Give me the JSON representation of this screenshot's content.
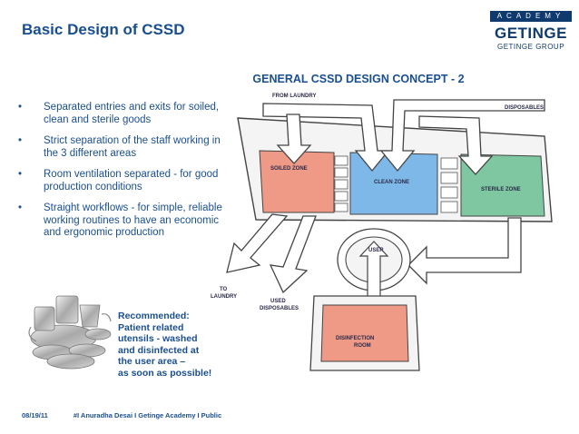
{
  "header": {
    "title": "Basic Design of CSSD",
    "logo_academy": "ACADEMY",
    "logo_brand": "GETINGE",
    "logo_group": "GETINGE GROUP"
  },
  "subtitle": "GENERAL CSSD DESIGN CONCEPT - 2",
  "bullets": [
    "Separated entries and exits for soiled, clean and sterile goods",
    "Strict separation of the staff working in the 3 different areas",
    "Room ventilation separated - for good production conditions",
    "Straight workflows  - for simple, reliable working routines to have an economic and ergonomic production"
  ],
  "bullet_marker": "•",
  "recommendation": {
    "line1": "Recommended:",
    "line2": "Patient related",
    "line3": "utensils -  washed",
    "line4": "and disinfected at",
    "line5": "the user area –",
    "line6": "as soon as possible!"
  },
  "diagram": {
    "from_laundry": "FROM LAUNDRY",
    "disposables": "DISPOSABLES",
    "soiled_zone": "SOILED ZONE",
    "clean_zone": "CLEAN ZONE",
    "sterile_zone": "STERILE ZONE",
    "user": "USER",
    "to_line1": "TO",
    "to_line2": "LAUNDRY",
    "used_line1": "USED",
    "used_line2": "DISPOSABLES",
    "disinfection_line1": "DISINFECTION",
    "disinfection_line2": "ROOM",
    "colors": {
      "soiled": "#ee9a86",
      "clean": "#7eb8e8",
      "sterile": "#7fc7a0",
      "disinfection": "#ee9a86"
    }
  },
  "footer": {
    "date": "08/19/11",
    "credits": "#I  Anuradha Desai  I  Getinge Academy  I   Public"
  }
}
